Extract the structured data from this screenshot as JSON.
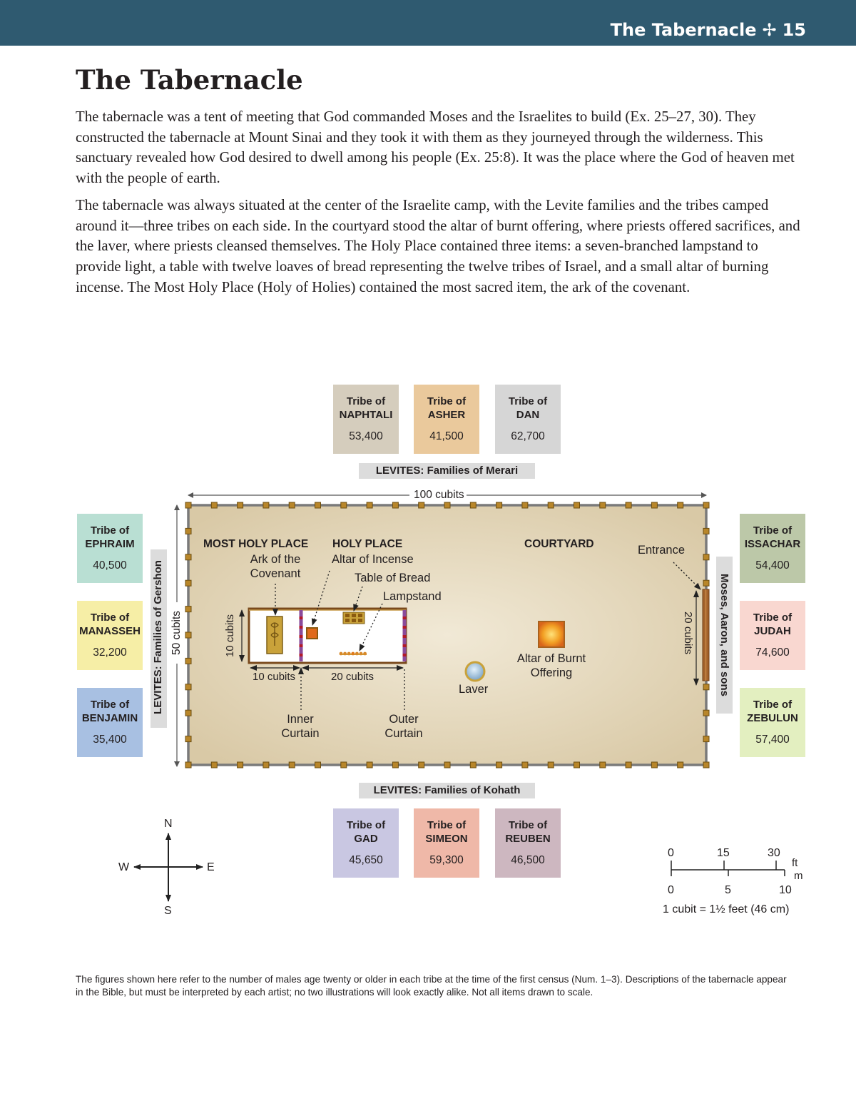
{
  "header": {
    "section": "The Tabernacle",
    "separator": "✢",
    "page_number": "15"
  },
  "title": "The Tabernacle",
  "paragraphs": [
    "The tabernacle was a tent of meeting that God commanded Moses and the Israelites to build (Ex. 25–27, 30). They constructed the tabernacle at Mount Sinai and they took it with them as they journeyed through the wilderness. This sanctuary revealed how God desired to dwell among his people (Ex. 25:8). It was the place where the God of heaven met with the people of earth.",
    "The tabernacle was always situated at the center of the Israelite camp, with the Levite families and the tribes camped around it—three tribes on each side. In the courtyard stood the altar of burnt offering, where priests offered sacrifices, and the laver, where priests cleansed themselves. The Holy Place contained three items: a seven-branched lampstand to provide light, a table with twelve loaves of bread representing the twelve tribes of Israel, and a small altar of burning incense. The Most Holy Place (Holy of Holies) contained the most sacred item, the ark of the covenant."
  ],
  "tribes": {
    "naphtali": {
      "line1": "Tribe of",
      "line2": "NAPHTALI",
      "count": "53,400",
      "color": "#d5cdbd"
    },
    "asher": {
      "line1": "Tribe of",
      "line2": "ASHER",
      "count": "41,500",
      "color": "#eac99c"
    },
    "dan": {
      "line1": "Tribe of",
      "line2": "DAN",
      "count": "62,700",
      "color": "#d6d6d6"
    },
    "ephraim": {
      "line1": "Tribe of",
      "line2": "EPHRAIM",
      "count": "40,500",
      "color": "#b9dfd3"
    },
    "manasseh": {
      "line1": "Tribe of",
      "line2": "MANASSEH",
      "count": "32,200",
      "color": "#f6eea6"
    },
    "benjamin": {
      "line1": "Tribe of",
      "line2": "BENJAMIN",
      "count": "35,400",
      "color": "#a8c0e2"
    },
    "issachar": {
      "line1": "Tribe of",
      "line2": "ISSACHAR",
      "count": "54,400",
      "color": "#bcc8a8"
    },
    "judah": {
      "line1": "Tribe of",
      "line2": "JUDAH",
      "count": "74,600",
      "color": "#f9d7d0"
    },
    "zebulun": {
      "line1": "Tribe of",
      "line2": "ZEBULUN",
      "count": "57,400",
      "color": "#e3efc0"
    },
    "gad": {
      "line1": "Tribe of",
      "line2": "GAD",
      "count": "45,650",
      "color": "#c9c7e2"
    },
    "simeon": {
      "line1": "Tribe of",
      "line2": "SIMEON",
      "count": "59,300",
      "color": "#efb8a8"
    },
    "reuben": {
      "line1": "Tribe of",
      "line2": "REUBEN",
      "count": "46,500",
      "color": "#cdb7c0"
    }
  },
  "levites": {
    "north": "LEVITES: Families of Merari",
    "south": "LEVITES: Families of Kohath",
    "west": "LEVITES: Families of Gershon",
    "east": "Moses, Aaron, and sons"
  },
  "dimensions": {
    "length": "100 cubits",
    "width": "50 cubits",
    "inner_height": "10 cubits",
    "most_holy_length": "10 cubits",
    "holy_length": "20 cubits",
    "entrance_width": "20 cubits"
  },
  "labels": {
    "most_holy_place": "MOST HOLY PLACE",
    "holy_place": "HOLY PLACE",
    "courtyard": "COURTYARD",
    "ark_line1": "Ark of the",
    "ark_line2": "Covenant",
    "altar_incense": "Altar of Incense",
    "table_bread": "Table of Bread",
    "lampstand": "Lampstand",
    "entrance": "Entrance",
    "altar_burnt_line1": "Altar of Burnt",
    "altar_burnt_line2": "Offering",
    "laver": "Laver",
    "inner_curtain_line1": "Inner",
    "inner_curtain_line2": "Curtain",
    "outer_curtain_line1": "Outer",
    "outer_curtain_line2": "Curtain"
  },
  "compass": {
    "n": "N",
    "s": "S",
    "e": "E",
    "w": "W"
  },
  "scale": {
    "ft_ticks": [
      "0",
      "15",
      "30"
    ],
    "ft_unit": "ft",
    "m_ticks": [
      "0",
      "5",
      "10"
    ],
    "m_unit": "m",
    "note": "1 cubit = 1½ feet (46 cm)"
  },
  "footnote": "The figures shown here refer to the number of males age twenty or older in each tribe at the time of the first census (Num. 1–3). Descriptions of the tabernacle appear in the Bible, but must be interpreted by each artist; no two illustrations will look exactly alike. Not all items drawn to scale.",
  "colors": {
    "header_bg": "#2f5a70",
    "ground": "#ede3cf",
    "fence_post": "#b8862a",
    "curtain_purple": "#8a4a9a",
    "curtain_red": "#b21a2a",
    "gold": "#c9a23a"
  }
}
